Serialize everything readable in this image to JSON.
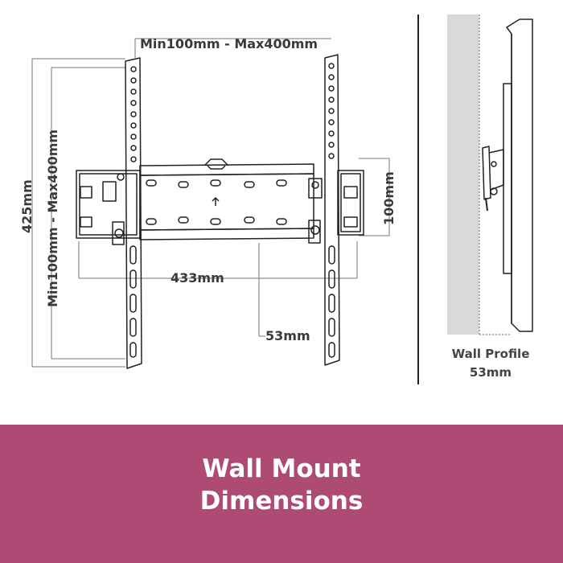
{
  "diagram": {
    "labels": {
      "hole_spacing_horizontal": "Min100mm - Max400mm",
      "hole_spacing_vertical": "Min100mm - Max400mm",
      "overall_height": "425mm",
      "bracket_height": "100mm",
      "bracket_width": "433mm",
      "depth": "53mm"
    }
  },
  "side_view": {
    "caption_line1": "Wall Profile",
    "caption_line2": "53mm"
  },
  "banner": {
    "line1": "Wall Mount",
    "line2": "Dimensions",
    "color": "#ad4b74"
  }
}
